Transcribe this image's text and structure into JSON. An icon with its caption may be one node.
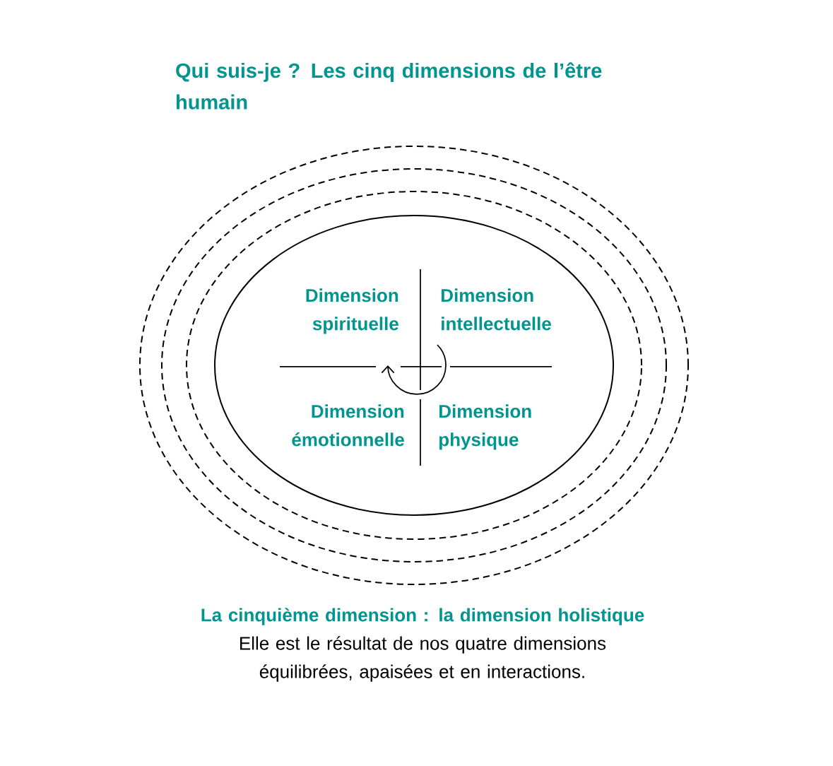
{
  "diagram": {
    "title": "Qui suis-je ? Les cinq dimensions de l’être humain",
    "labels": [
      "Dimension spirituelle",
      "Dimension intellectuelle",
      "Dimension émotionnelle",
      "Dimension physique",
      "La cinquième dimension : la dimension holistique",
      "Elle est le résultat de nos quatre dimensions équilibrées, apaisées et en interactions."
    ]
  }
}
